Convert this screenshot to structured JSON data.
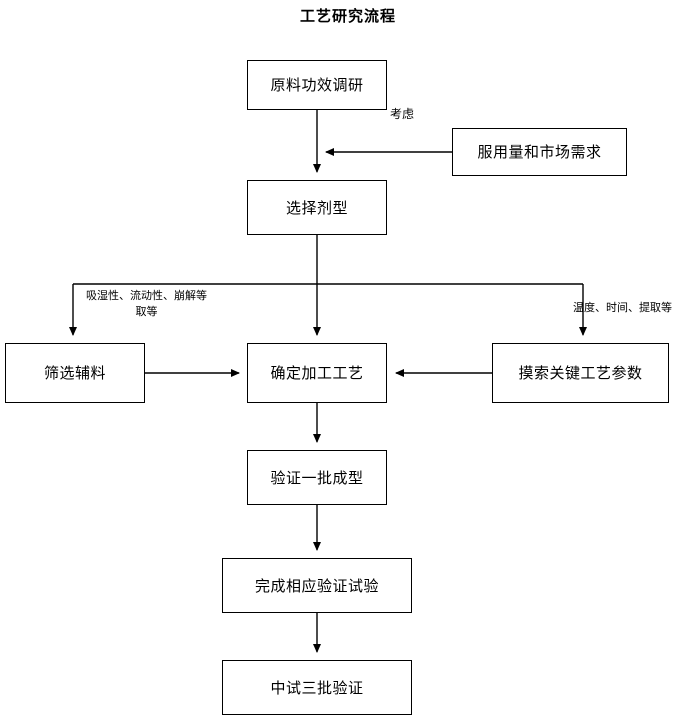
{
  "diagram": {
    "title": "工艺研究流程",
    "type": "flowchart",
    "nodes": [
      {
        "id": "raw",
        "label": "原料功效调研"
      },
      {
        "id": "dose",
        "label": "服用量和市场需求"
      },
      {
        "id": "form",
        "label": "选择剂型"
      },
      {
        "id": "excip",
        "label": "筛选辅料"
      },
      {
        "id": "process",
        "label": "确定加工工艺"
      },
      {
        "id": "params",
        "label": "摸索关键工艺参数"
      },
      {
        "id": "verify",
        "label": "验证一批成型"
      },
      {
        "id": "complete",
        "label": "完成相应验证试验"
      },
      {
        "id": "pilot",
        "label": "中试三批验证"
      }
    ],
    "edge_labels": {
      "consider": "考虑",
      "left_line1": "吸湿性、流动性、崩解等",
      "left_line2": "取等",
      "right": "温度、时间、提取等"
    },
    "edges": [
      {
        "from": "raw",
        "to": "form",
        "label": ""
      },
      {
        "from": "dose",
        "to": "form",
        "label": "考虑"
      },
      {
        "from": "form",
        "to": "excip",
        "label": "吸湿性、流动性、崩解等 取等"
      },
      {
        "from": "form",
        "to": "process",
        "label": ""
      },
      {
        "from": "form",
        "to": "params",
        "label": "温度、时间、提取等"
      },
      {
        "from": "excip",
        "to": "process",
        "label": ""
      },
      {
        "from": "params",
        "to": "process",
        "label": ""
      },
      {
        "from": "process",
        "to": "verify",
        "label": ""
      },
      {
        "from": "verify",
        "to": "complete",
        "label": ""
      },
      {
        "from": "complete",
        "to": "pilot",
        "label": ""
      }
    ],
    "colors": {
      "stroke": "#000000",
      "background": "#ffffff",
      "text": "#000000"
    }
  }
}
